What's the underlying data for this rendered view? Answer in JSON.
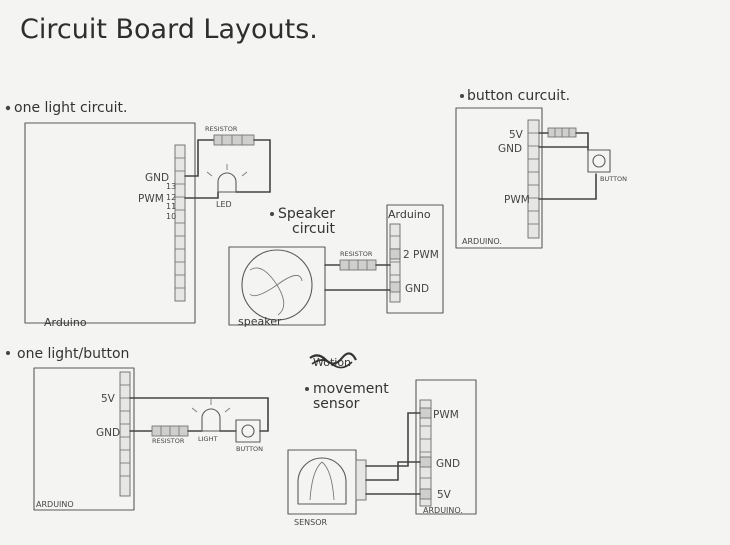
{
  "page": {
    "title": "Circuit Board Layouts.",
    "background": "#f4f4f2",
    "ink": "#3a3a3a"
  },
  "one_light": {
    "heading": "one light circuit.",
    "board_label": "Arduino",
    "pins": {
      "gnd": "GND",
      "pwm": "PWM",
      "n13": "13",
      "n12": "12",
      "n11": "11",
      "n10": "10"
    },
    "resistor_label": "RESISTOR",
    "led_label": "LED"
  },
  "speaker": {
    "heading_line1": "Speaker",
    "heading_line2": "circuit",
    "board_label": "Arduino",
    "resistor_label": "RESISTOR",
    "pwm_label": "2 PWM",
    "gnd_label": "GND",
    "device_label": "speaker"
  },
  "button": {
    "heading": "button curcuit.",
    "pins": {
      "v5": "5V",
      "gnd": "GND",
      "pwm": "PWM"
    },
    "button_label": "BUTTON",
    "board_label": "ARDUINO."
  },
  "light_button": {
    "heading": "one light/button",
    "pins": {
      "v5": "5V",
      "gnd": "GND"
    },
    "resistor_label": "RESISTOR",
    "light_label": "LIGHT",
    "button_label": "BUTTON",
    "board_label": "ARDUINO"
  },
  "movement": {
    "scribble": "Wotion",
    "heading_line1": "movement",
    "heading_line2": "sensor",
    "pins": {
      "pwm": "PWM",
      "gnd": "GND",
      "v5": "5V"
    },
    "sensor_label": "SENSOR",
    "board_label": "ARDUINO."
  }
}
